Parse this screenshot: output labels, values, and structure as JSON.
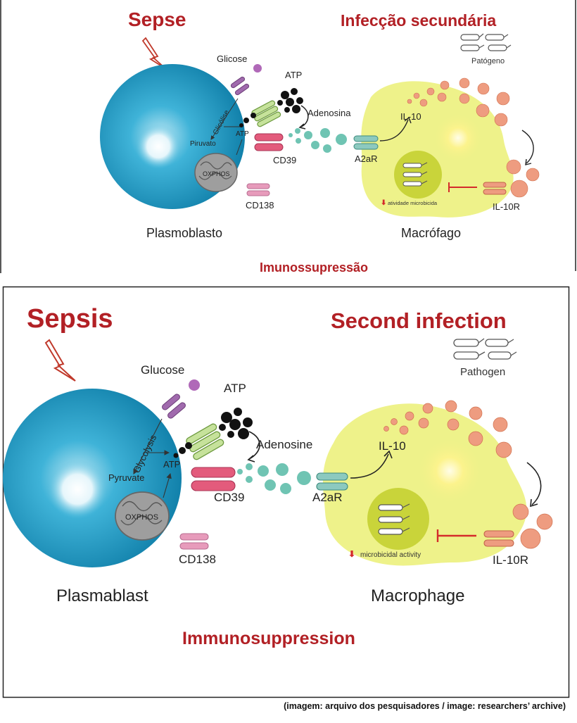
{
  "colors": {
    "title_red": "#b22025",
    "cell_blue": "#1f95c0",
    "macrophage_yellow": "#eef28a",
    "nucleus_green": "#c9d43a",
    "atp_black": "#111111",
    "cd39_pink": "#e35b7c",
    "cd138_pink": "#e79bbb",
    "glucose_purple": "#b069b8",
    "adenosine_teal": "#6fc4b3",
    "il10_salmon": "#ee9c80",
    "inhibition_red": "#d42b2b"
  },
  "icons": [
    "lightning-bolt-icon",
    "pathogen-bacteria-icon",
    "mitochondrion-icon",
    "down-arrow-icon",
    "inhibition-bar-icon"
  ],
  "panel_pt": {
    "sepsis": "Sepse",
    "second_infection": "Infecção secundária",
    "pathogen": "Patógeno",
    "glucose": "Glicose",
    "atp_top": "ATP",
    "glycolysis": "Glicólise",
    "pyruvate": "Piruvato",
    "atp_inner": "ATP",
    "oxphos": "OXPHOS",
    "adenosine": "Adenosina",
    "cd39": "CD39",
    "cd138": "CD138",
    "a2ar": "A2aR",
    "il10": "IL-10",
    "il10r": "IL-10R",
    "microbicidal": "atividade microbicida",
    "plasmablast": "Plasmoblasto",
    "macrophage": "Macrófago",
    "immunosuppression": "Imunossupressão"
  },
  "panel_en": {
    "sepsis": "Sepsis",
    "second_infection": "Second infection",
    "pathogen": "Pathogen",
    "glucose": "Glucose",
    "atp_top": "ATP",
    "glycolysis": "Glycolysis",
    "pyruvate": "Pyruvate",
    "atp_inner": "ATP",
    "oxphos": "OXPHOS",
    "adenosine": "Adenosine",
    "cd39": "CD39",
    "cd138": "CD138",
    "a2ar": "A2aR",
    "il10": "IL-10",
    "il10r": "IL-10R",
    "microbicidal": "microbicidal activity",
    "plasmablast": "Plasmablast",
    "macrophage": "Macrophage",
    "immunosuppression": "Immunosuppression"
  },
  "credit": "(imagem: arquivo dos pesquisadores / image: researchers’ archive)"
}
